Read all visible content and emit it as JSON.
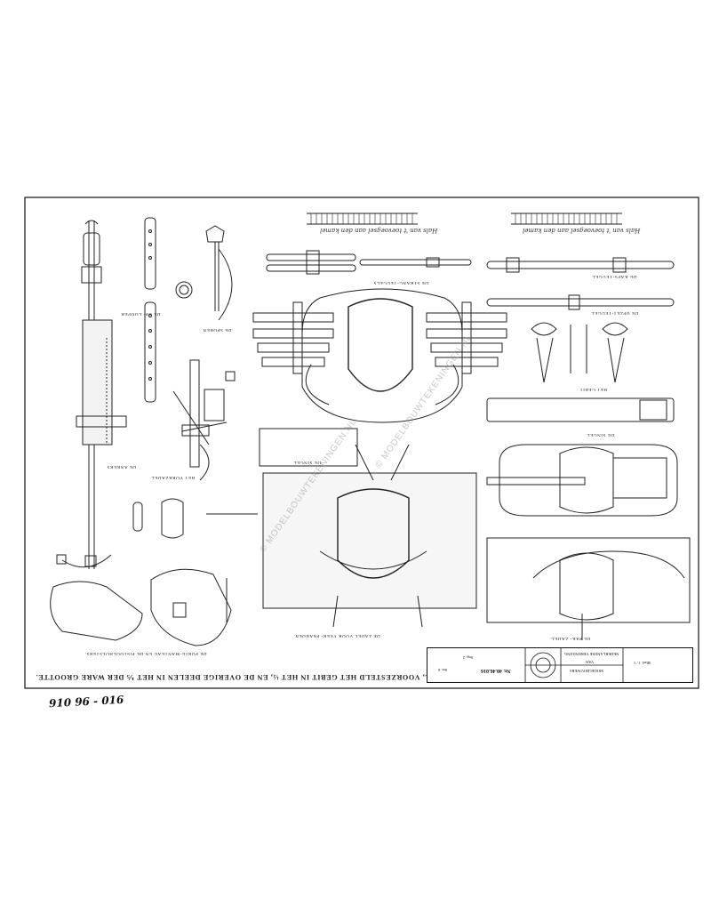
{
  "sheet": {
    "title": "ZADEL EN TREKTUIG VOOR HET NIEUWE VELDMATERIEEL, VOORZESTELD HET GEBIT IN HET ½, EN DE OVERIGE DEELEN IN HET ⅕ DER WARE GROOTTE.",
    "handwritten_number": "910 96 - 016"
  },
  "labels": {
    "de_ankers": "DE ANKERS",
    "de_oploopers": "DE OP- LOOPER",
    "de_sporen": "DE SPOREN",
    "de_singel": "DE SINGEL",
    "de_strang_teugels": "DE STRANG-TEUGELS",
    "de_kaps_teugel": "DE KAPS-TEUGEL",
    "de_opzet_teugel": "DE OPZET-TEUGEL",
    "het_gebit": "HET GEBIT",
    "de_singel2": "DE SINGEL",
    "de_zadel_voor_veerpaarden": "DE ZADEL VOOR VEER- PAARDEN.",
    "het_vorkzadel": "HET VORKZADEL",
    "de_pak_zadel": "DE PAK- ZADEL.",
    "de_portemanteau": "DE PORTE-MANTEAU EN DE PISTOOLHOLSTERS.",
    "halsstuk_left": "Hals van 't toevoegsel aan den kamel",
    "halsstuk_right": "Hals van 't toevoegsel aan den kamel"
  },
  "watermarks": {
    "wm1": "© MODELBOUWTEKENINGEN.NL",
    "wm2": "© MODELBOUWTEKENINGEN.NL"
  },
  "stamp": {
    "org_line1": "NEDERLANDSE VERENIGING",
    "org_line2": "VAN",
    "org_line3": "MODELBOUWERS",
    "code": "Nr. 40.46.016",
    "sheet_ref": "Ser. 6",
    "ref_small": "Seg. 2",
    "extra": "Blad. 1 / 1"
  }
}
